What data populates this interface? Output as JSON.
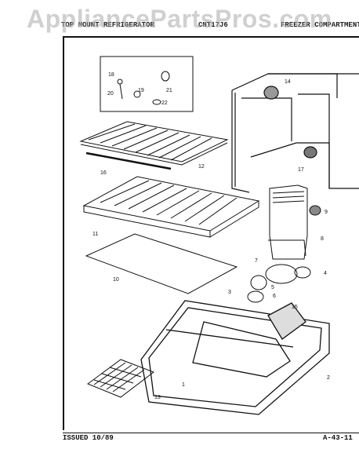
{
  "watermark": "AppliancePartsPros.com",
  "header": {
    "left": "TOP MOUNT REFRIGERATOR",
    "center": "CNT17J6",
    "right": "FREEZER COMPARTMENT"
  },
  "footer": {
    "issued": "ISSUED 10/89",
    "page": "A-43-11"
  },
  "callouts": [
    "1",
    "2",
    "3",
    "4",
    "5",
    "6",
    "7",
    "8",
    "9",
    "10",
    "11",
    "12",
    "13",
    "14",
    "15",
    "16",
    "17",
    "18",
    "19",
    "20",
    "21",
    "22"
  ]
}
